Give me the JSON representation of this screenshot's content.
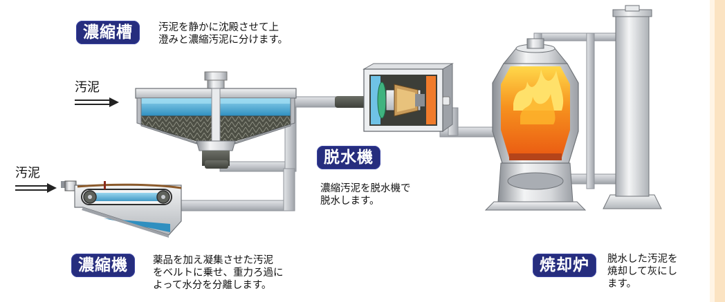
{
  "colors": {
    "badge_bg": "#262d7e",
    "pipe": "#c9ccd1",
    "water": "#5bb7e0",
    "fire": "#f26a1b",
    "background_strip": "#fbe3c2"
  },
  "inlets": {
    "upper_label": "汚泥",
    "lower_label": "汚泥"
  },
  "thickening_tank": {
    "title": "濃縮槽",
    "desc_lines": [
      "汚泥を静かに沈殿させて上",
      "澄みと濃縮汚泥に分けます。"
    ]
  },
  "dewatering_machine": {
    "title": "脱水機",
    "desc_lines": [
      "濃縮汚泥を脱水機で",
      "脱水します。"
    ]
  },
  "thickener_machine": {
    "title": "濃縮機",
    "desc_lines": [
      "薬品を加え凝集させた汚泥",
      "をベルトに乗せ、重力ろ過に",
      "よって水分を分離します。"
    ]
  },
  "incinerator": {
    "title": "焼却炉",
    "desc_lines": [
      "脱水した汚泥を",
      "焼却して灰にし",
      "ます。"
    ]
  }
}
